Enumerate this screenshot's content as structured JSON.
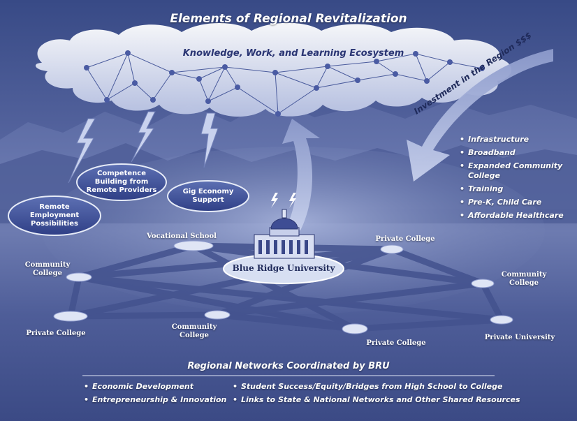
{
  "title": "Elements of Regional Revitalization",
  "cloud_label": "Knowledge, Work, and Learning Ecosystem",
  "ovals": {
    "remote": "Remote Employment Possibilities",
    "competence": "Competence Building from Remote Providers",
    "gig": "Gig Economy Support"
  },
  "investment": {
    "label": "Investment in the Region $$$",
    "items": [
      "Infrastructure",
      "Broadband",
      "Expanded Community College",
      "Training",
      "Pre-K, Child Care",
      "Affordable Healthcare"
    ]
  },
  "hub_label": "Blue Ridge University",
  "nodes": {
    "vocational": "Vocational School",
    "private_top": "Private College",
    "community_left": "Community College",
    "community_right": "Community College",
    "private_left": "Private College",
    "community_bottom": "Community College",
    "private_bottom": "Private College",
    "private_university": "Private University"
  },
  "footer": {
    "title": "Regional Networks Coordinated by BRU",
    "left_items": [
      "Economic Development",
      "Entrepreneurship & Innovation"
    ],
    "right_items": [
      "Student Success/Equity/Bridges from High School to College",
      "Links to State & National Networks and Other Shared Resources"
    ]
  }
}
